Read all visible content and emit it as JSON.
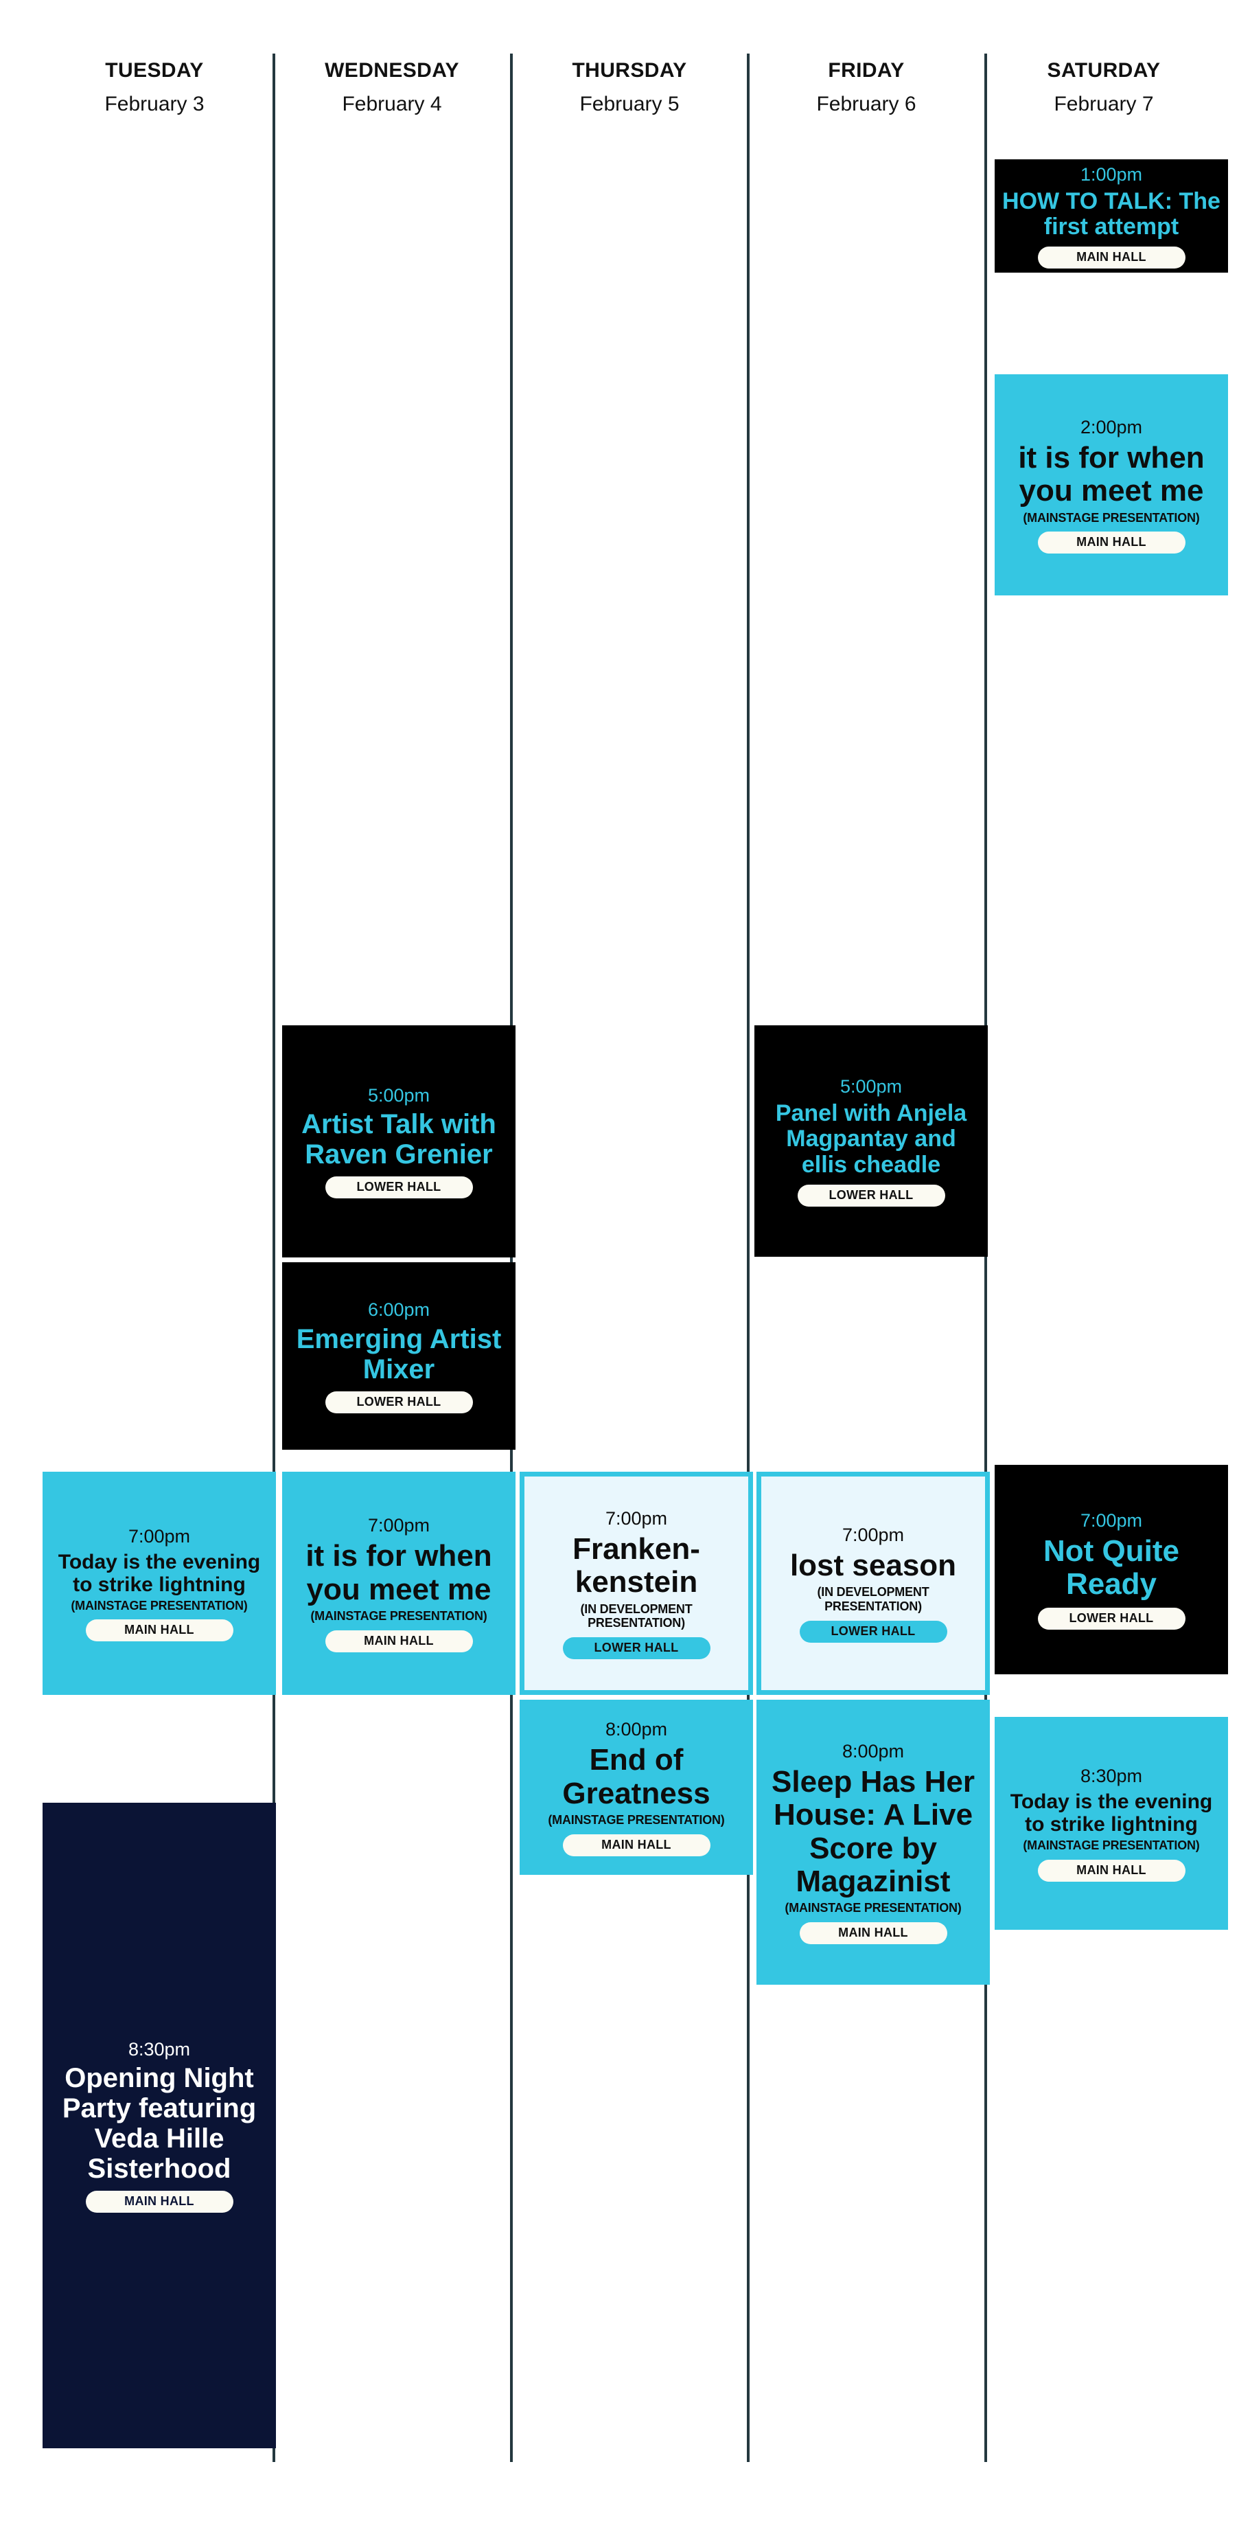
{
  "schedule": {
    "columns": [
      {
        "day": "TUESDAY",
        "date": "February 3"
      },
      {
        "day": "WEDNESDAY",
        "date": "February 4"
      },
      {
        "day": "THURSDAY",
        "date": "February 5"
      },
      {
        "day": "FRIDAY",
        "date": "February 6"
      },
      {
        "day": "SATURDAY",
        "date": "February 7"
      }
    ],
    "colors": {
      "cyan": "#35c6e2",
      "black": "#000000",
      "navy": "#0b1435",
      "pale": "#e9f7fd",
      "pill_cream": "#fbfaf2",
      "divider": "#24383f",
      "background": "#ffffff"
    },
    "events": [
      {
        "id": "sat-1pm",
        "time": "1:00pm",
        "title": "HOW TO TALK: The first attempt",
        "subtitle": "",
        "venue": "MAIN HALL",
        "style": "black"
      },
      {
        "id": "sat-2pm",
        "time": "2:00pm",
        "title": "it is for when you meet me",
        "subtitle": "(MAINSTAGE PRESENTATION)",
        "venue": "MAIN HALL",
        "style": "cyan"
      },
      {
        "id": "wed-5pm",
        "time": "5:00pm",
        "title": "Artist Talk with Raven Grenier",
        "subtitle": "",
        "venue": "LOWER HALL",
        "style": "black"
      },
      {
        "id": "fri-5pm",
        "time": "5:00pm",
        "title": "Panel with Anjela Magpantay and ellis cheadle",
        "subtitle": "",
        "venue": "LOWER HALL",
        "style": "black"
      },
      {
        "id": "wed-6pm",
        "time": "6:00pm",
        "title": "Emerging Artist Mixer",
        "subtitle": "",
        "venue": "LOWER HALL",
        "style": "black"
      },
      {
        "id": "tue-7pm",
        "time": "7:00pm",
        "title": "Today is the evening to strike lightning",
        "subtitle": "(MAINSTAGE PRESENTATION)",
        "venue": "MAIN HALL",
        "style": "cyan"
      },
      {
        "id": "wed-7pm",
        "time": "7:00pm",
        "title": "it is for when you meet me",
        "subtitle": "(MAINSTAGE PRESENTATION)",
        "venue": "MAIN HALL",
        "style": "cyan"
      },
      {
        "id": "thu-7pm",
        "time": "7:00pm",
        "title": "Franken-kenstein",
        "subtitle": "(IN DEVELOPMENT PRESENTATION)",
        "venue": "LOWER HALL",
        "style": "pale"
      },
      {
        "id": "fri-7pm",
        "time": "7:00pm",
        "title": "lost season",
        "subtitle": "(IN DEVELOPMENT PRESENTATION)",
        "venue": "LOWER HALL",
        "style": "pale"
      },
      {
        "id": "sat-7pm",
        "time": "7:00pm",
        "title": "Not Quite Ready",
        "subtitle": "",
        "venue": "LOWER HALL",
        "style": "black"
      },
      {
        "id": "thu-8pm",
        "time": "8:00pm",
        "title": "End of Greatness",
        "subtitle": "(MAINSTAGE PRESENTATION)",
        "venue": "MAIN HALL",
        "style": "cyan"
      },
      {
        "id": "fri-8pm",
        "time": "8:00pm",
        "title": "Sleep Has Her House: A Live Score by Magazinist",
        "subtitle": "(MAINSTAGE PRESENTATION)",
        "venue": "MAIN HALL",
        "style": "cyan"
      },
      {
        "id": "sat-830pm",
        "time": "8:30pm",
        "title": "Today is the evening to strike lightning",
        "subtitle": "(MAINSTAGE PRESENTATION)",
        "venue": "MAIN HALL",
        "style": "cyan"
      },
      {
        "id": "tue-830pm",
        "time": "8:30pm",
        "title": "Opening Night Party featuring Veda Hille Sisterhood",
        "subtitle": "",
        "venue": "MAIN HALL",
        "style": "navy"
      }
    ]
  }
}
